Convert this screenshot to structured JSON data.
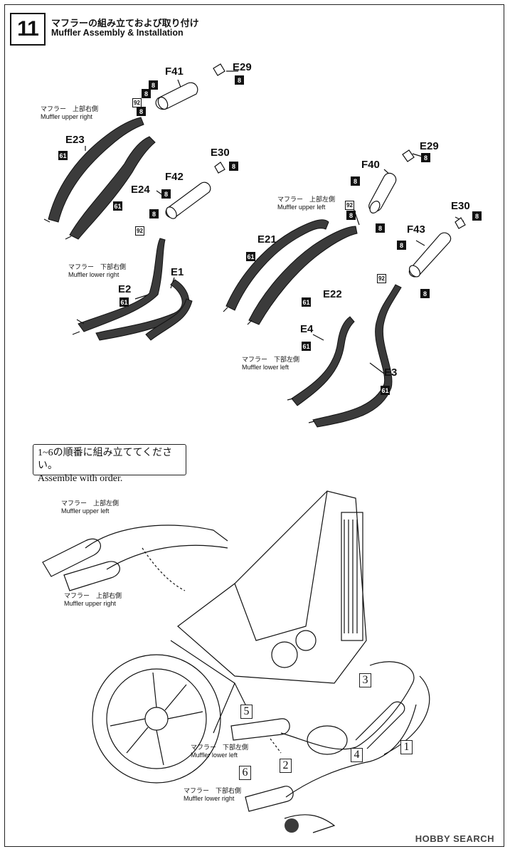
{
  "step": {
    "number": "11",
    "title_jp": "マフラーの組み立ておよび取り付け",
    "title_en": "Muffler Assembly & Installation"
  },
  "labels": {
    "upper_right_jp": "マフラー　上部右側",
    "upper_right_en": "Muffler upper right",
    "lower_right_jp": "マフラー　下部右側",
    "lower_right_en": "Muffler lower right",
    "upper_left_jp": "マフラー　上部左側",
    "upper_left_en": "Muffler upper left",
    "lower_left_jp": "マフラー　下部左側",
    "lower_left_en": "Muffler lower left"
  },
  "parts": {
    "F41": "F41",
    "E29a": "E29",
    "E23": "E23",
    "E24": "E24",
    "E30a": "E30",
    "F42": "F42",
    "E1": "E1",
    "E2": "E2",
    "E29b": "E29",
    "F40": "F40",
    "E21": "E21",
    "E22": "E22",
    "E30b": "E30",
    "F43": "F43",
    "E3": "E3",
    "E4": "E4"
  },
  "paint": {
    "c8": "8",
    "c61": "61",
    "c92": "92"
  },
  "note": {
    "jp": "1~6の順番に組み立ててください。",
    "en": "Assemble with order."
  },
  "order_numbers": [
    "1",
    "2",
    "3",
    "4",
    "5",
    "6"
  ],
  "watermark": "HOBBY SEARCH"
}
